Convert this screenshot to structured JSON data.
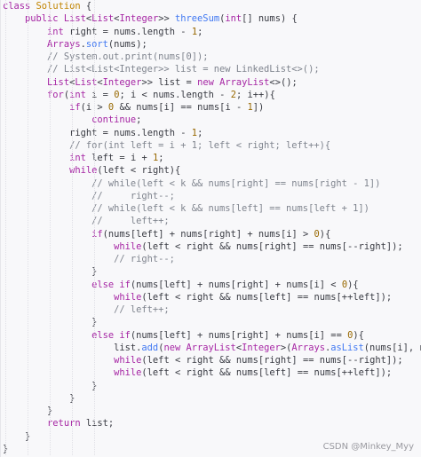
{
  "watermark": "CSDN @Minkey_Myy",
  "code": {
    "lines": [
      "class Solution {",
      "    public List<List<Integer>> threeSum(int[] nums) {",
      "        int right = nums.length - 1;",
      "        Arrays.sort(nums);",
      "        // System.out.print(nums[0]);",
      "        // List<List<Integer>> list = new LinkedList<>();",
      "        List<List<Integer>> list = new ArrayList<>();",
      "        for(int i = 0; i < nums.length - 2; i++){",
      "            if(i > 0 && nums[i] == nums[i - 1])",
      "                continue;",
      "            right = nums.length - 1;",
      "            // for(int left = i + 1; left < right; left++){",
      "            int left = i + 1;",
      "            while(left < right){",
      "                // while(left < k && nums[right] == nums[right - 1])",
      "                //     right--;",
      "                // while(left < k && nums[left] == nums[left + 1])",
      "                //     left++;",
      "                if(nums[left] + nums[right] + nums[i] > 0){",
      "                    while(left < right && nums[right] == nums[--right]);",
      "                    // right--;",
      "                }",
      "                else if(nums[left] + nums[right] + nums[i] < 0){",
      "                    while(left < right && nums[left] == nums[++left]);",
      "                    // left++;",
      "                }",
      "                else if(nums[left] + nums[right] + nums[i] == 0){",
      "                    list.add(new ArrayList<Integer>(Arrays.asList(nums[i], nums[le",
      "                    while(left < right && nums[right] == nums[--right]);",
      "                    while(left < right && nums[left] == nums[++left]);",
      "                }",
      "            }",
      "        }",
      "        return list;",
      "    }",
      "}"
    ]
  }
}
